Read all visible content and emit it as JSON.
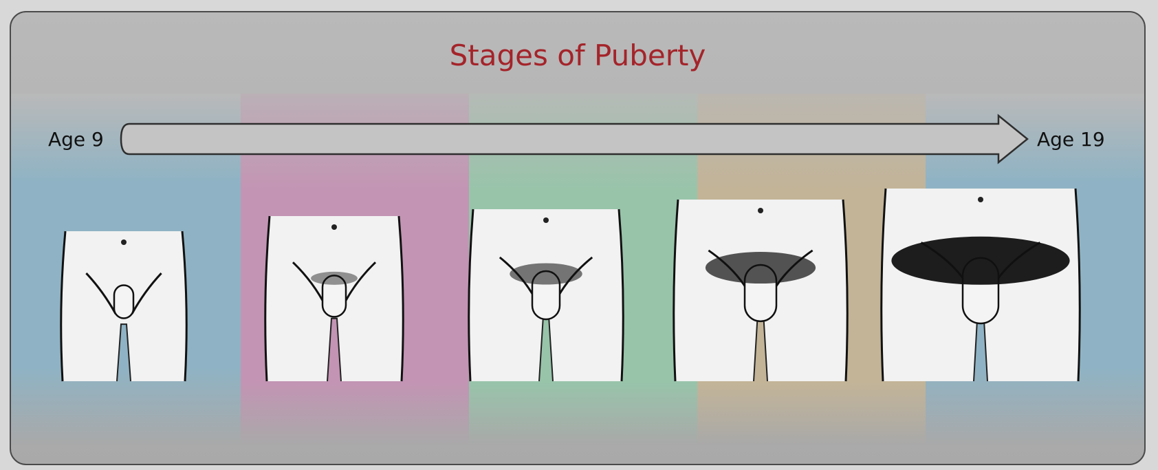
{
  "diagram": {
    "title": "Stages of Puberty",
    "start_label": "Age 9",
    "end_label": "Age 19",
    "colors": {
      "title": "#a4242a",
      "band_1": "#8fb3c4",
      "band_2": "#c394b4",
      "band_3": "#98c4aa",
      "band_4": "#c3b497",
      "band_5": "#8fb3c4"
    },
    "stages": [
      {
        "stage": 1,
        "hair_level": 0.0
      },
      {
        "stage": 2,
        "hair_level": 0.15
      },
      {
        "stage": 3,
        "hair_level": 0.35
      },
      {
        "stage": 4,
        "hair_level": 0.6
      },
      {
        "stage": 5,
        "hair_level": 1.0
      }
    ]
  }
}
